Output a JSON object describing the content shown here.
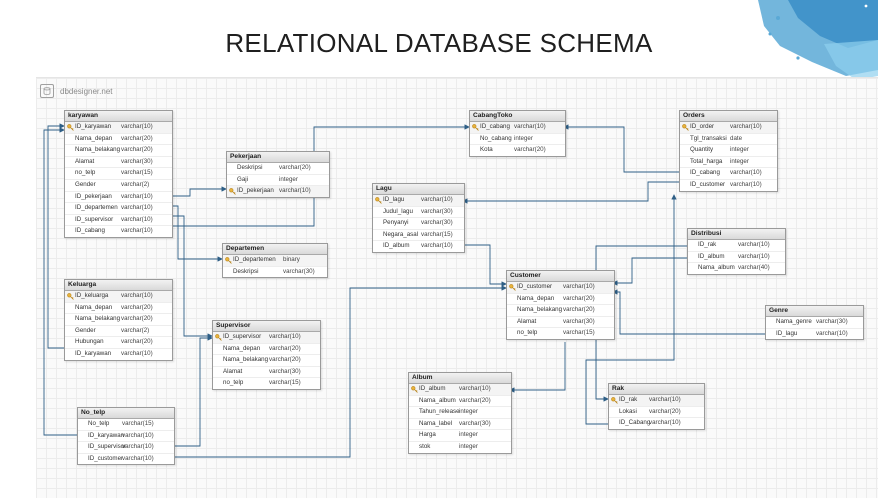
{
  "title": "RELATIONAL DATABASE SCHEMA",
  "brand": "dbdesigner.net",
  "colors": {
    "link": "#2f5f86",
    "corner_art": "#5aa9d6"
  },
  "tables": [
    {
      "name": "karyawan",
      "fields": [
        {
          "name": "ID_karyawan",
          "type": "varchar(10)",
          "pk": true
        },
        {
          "name": "Nama_depan",
          "type": "varchar(20)"
        },
        {
          "name": "Nama_belakang",
          "type": "varchar(20)"
        },
        {
          "name": "Alamat",
          "type": "varchar(30)"
        },
        {
          "name": "no_telp",
          "type": "varchar(15)"
        },
        {
          "name": "Gender",
          "type": "varchar(2)"
        },
        {
          "name": "ID_pekerjaan",
          "type": "varchar(10)"
        },
        {
          "name": "ID_departemen",
          "type": "varchar(10)"
        },
        {
          "name": "ID_supervisor",
          "type": "varchar(10)"
        },
        {
          "name": "ID_cabang",
          "type": "varchar(10)"
        }
      ]
    },
    {
      "name": "Pekerjaan",
      "fields": [
        {
          "name": "Deskripsi",
          "type": "varchar(20)"
        },
        {
          "name": "Gaji",
          "type": "integer"
        },
        {
          "name": "ID_pekerjaan",
          "type": "varchar(10)",
          "pk": true
        }
      ]
    },
    {
      "name": "Departemen",
      "fields": [
        {
          "name": "ID_departemen",
          "type": "binary",
          "pk": true
        },
        {
          "name": "Deskripsi",
          "type": "varchar(30)"
        }
      ]
    },
    {
      "name": "Keluarga",
      "fields": [
        {
          "name": "ID_keluarga",
          "type": "varchar(10)",
          "pk": true
        },
        {
          "name": "Nama_depan",
          "type": "varchar(20)"
        },
        {
          "name": "Nama_belakang",
          "type": "varchar(20)"
        },
        {
          "name": "Gender",
          "type": "varchar(2)"
        },
        {
          "name": "Hubungan",
          "type": "varchar(20)"
        },
        {
          "name": "ID_karyawan",
          "type": "varchar(10)"
        }
      ]
    },
    {
      "name": "Supervisor",
      "fields": [
        {
          "name": "ID_supervisor",
          "type": "varchar(10)",
          "pk": true
        },
        {
          "name": "Nama_depan",
          "type": "varchar(20)"
        },
        {
          "name": "Nama_belakang",
          "type": "varchar(20)"
        },
        {
          "name": "Alamat",
          "type": "varchar(30)"
        },
        {
          "name": "no_telp",
          "type": "varchar(15)"
        }
      ]
    },
    {
      "name": "No_telp",
      "fields": [
        {
          "name": "No_telp",
          "type": "varchar(15)"
        },
        {
          "name": "ID_karyawan",
          "type": "varchar(10)"
        },
        {
          "name": "ID_supervisor",
          "type": "varchar(10)"
        },
        {
          "name": "ID_customer",
          "type": "varchar(10)"
        }
      ]
    },
    {
      "name": "CabangToko",
      "fields": [
        {
          "name": "ID_cabang",
          "type": "varchar(10)",
          "pk": true
        },
        {
          "name": "No_cabang",
          "type": "integer"
        },
        {
          "name": "Kota",
          "type": "varchar(20)"
        }
      ]
    },
    {
      "name": "Lagu",
      "fields": [
        {
          "name": "ID_lagu",
          "type": "varchar(10)",
          "pk": true
        },
        {
          "name": "Judul_lagu",
          "type": "varchar(30)"
        },
        {
          "name": "Penyanyi",
          "type": "varchar(30)"
        },
        {
          "name": "Negara_asal",
          "type": "varchar(15)"
        },
        {
          "name": "ID_album",
          "type": "varchar(10)"
        }
      ]
    },
    {
      "name": "Orders",
      "fields": [
        {
          "name": "ID_order",
          "type": "varchar(10)",
          "pk": true
        },
        {
          "name": "Tgl_transaksi",
          "type": "date"
        },
        {
          "name": "Quantity",
          "type": "integer"
        },
        {
          "name": "Total_harga",
          "type": "integer"
        },
        {
          "name": "ID_cabang",
          "type": "varchar(10)"
        },
        {
          "name": "ID_customer",
          "type": "varchar(10)"
        }
      ]
    },
    {
      "name": "Distribusi",
      "fields": [
        {
          "name": "ID_rak",
          "type": "varchar(10)"
        },
        {
          "name": "ID_album",
          "type": "varchar(10)"
        },
        {
          "name": "Nama_album",
          "type": "varchar(40)"
        }
      ]
    },
    {
      "name": "Customer",
      "fields": [
        {
          "name": "ID_customer",
          "type": "varchar(10)",
          "pk": true
        },
        {
          "name": "Nama_depan",
          "type": "varchar(20)"
        },
        {
          "name": "Nama_belakang",
          "type": "varchar(20)"
        },
        {
          "name": "Alamat",
          "type": "varchar(30)"
        },
        {
          "name": "no_telp",
          "type": "varchar(15)"
        }
      ]
    },
    {
      "name": "Genre",
      "fields": [
        {
          "name": "Nama_genre",
          "type": "varchar(30)"
        },
        {
          "name": "ID_lagu",
          "type": "varchar(10)"
        }
      ]
    },
    {
      "name": "Album",
      "fields": [
        {
          "name": "ID_album",
          "type": "varchar(10)",
          "pk": true
        },
        {
          "name": "Nama_album",
          "type": "varchar(20)"
        },
        {
          "name": "Tahun_release",
          "type": "integer"
        },
        {
          "name": "Nama_label",
          "type": "varchar(30)"
        },
        {
          "name": "Harga",
          "type": "integer"
        },
        {
          "name": "stok",
          "type": "integer"
        }
      ]
    },
    {
      "name": "Rak",
      "fields": [
        {
          "name": "ID_rak",
          "type": "varchar(10)",
          "pk": true
        },
        {
          "name": "Lokasi",
          "type": "varchar(20)"
        },
        {
          "name": "ID_Cabang",
          "type": "varchar(10)"
        }
      ]
    }
  ],
  "relationships": [
    {
      "from": "karyawan.ID_pekerjaan",
      "to": "Pekerjaan.ID_pekerjaan"
    },
    {
      "from": "karyawan.ID_departemen",
      "to": "Departemen.ID_departemen"
    },
    {
      "from": "karyawan.ID_supervisor",
      "to": "Supervisor.ID_supervisor"
    },
    {
      "from": "karyawan.ID_cabang",
      "to": "CabangToko.ID_cabang"
    },
    {
      "from": "Keluarga.ID_karyawan",
      "to": "karyawan.ID_karyawan"
    },
    {
      "from": "No_telp.ID_karyawan",
      "to": "karyawan.ID_karyawan"
    },
    {
      "from": "No_telp.ID_supervisor",
      "to": "Supervisor.ID_supervisor"
    },
    {
      "from": "No_telp.ID_customer",
      "to": "Customer.ID_customer"
    },
    {
      "from": "Orders.ID_cabang",
      "to": "CabangToko.ID_cabang"
    },
    {
      "from": "Orders.ID_customer",
      "to": "Lagu.ID_lagu"
    },
    {
      "from": "Lagu.ID_album",
      "to": "Customer.ID_customer"
    },
    {
      "from": "Distribusi.ID_rak",
      "to": "Rak.ID_rak"
    },
    {
      "from": "Distribusi.ID_album",
      "to": "Customer.ID_customer"
    },
    {
      "from": "Genre.ID_lagu",
      "to": "Customer.ID_customer"
    },
    {
      "from": "Customer.no_telp",
      "to": "Album.ID_album"
    },
    {
      "from": "Rak.ID_Cabang",
      "to": "Orders.ID_order"
    }
  ]
}
